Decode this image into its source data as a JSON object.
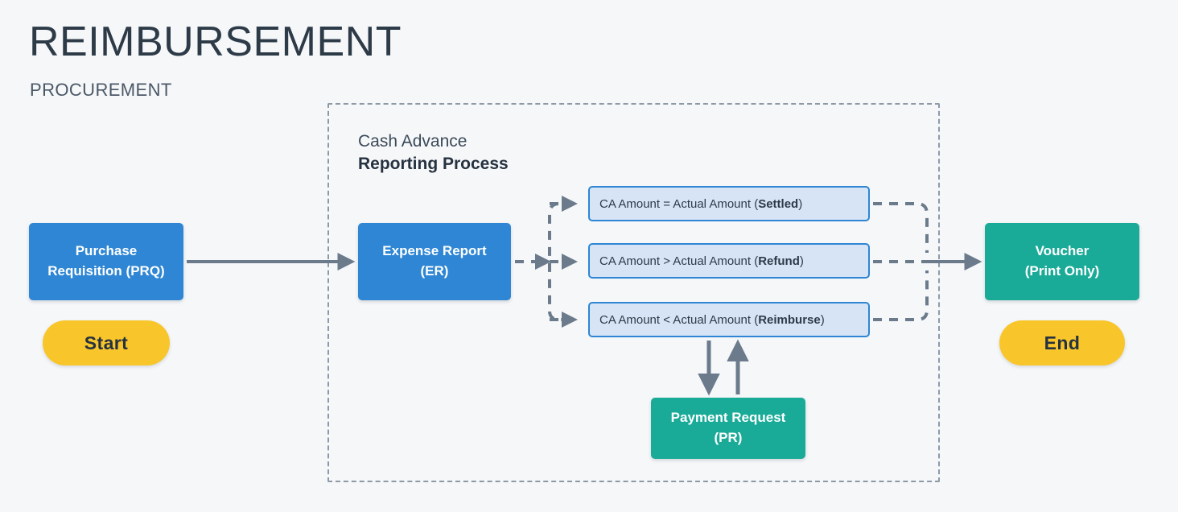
{
  "header": {
    "title": "REIMBURSEMENT",
    "subtitle": "PROCUREMENT"
  },
  "group": {
    "label_line1": "Cash Advance",
    "label_line2": "Reporting Process"
  },
  "nodes": {
    "prq": {
      "line1": "Purchase",
      "line2": "Requisition (PRQ)"
    },
    "er": {
      "line1": "Expense Report",
      "line2": "(ER)"
    },
    "voucher": {
      "line1": "Voucher",
      "line2": "(Print Only)"
    },
    "pr": {
      "line1": "Payment Request",
      "line2": "(PR)"
    }
  },
  "terminators": {
    "start": "Start",
    "end": "End"
  },
  "conditions": [
    {
      "prefix": "CA Amount = Actual Amount (",
      "emphasis": "Settled",
      "suffix": ")"
    },
    {
      "prefix": "CA Amount > Actual Amount (",
      "emphasis": "Refund",
      "suffix": ")"
    },
    {
      "prefix": "CA Amount < Actual Amount (",
      "emphasis": "Reimburse",
      "suffix": ")"
    }
  ],
  "colors": {
    "background": "#f6f7f9",
    "process_blue": "#2e86d4",
    "process_teal": "#1aab98",
    "terminator_yellow": "#f8c62b",
    "condition_fill": "#d6e4f6",
    "condition_border": "#2e86d4",
    "connector_gray": "#6b7b8c",
    "dashed_border": "#8c9aa8",
    "title_text": "#2d3b48"
  },
  "chart_data": {
    "type": "diagram",
    "title": "REIMBURSEMENT",
    "subtitle": "PROCUREMENT",
    "flow": [
      "Start",
      "Purchase Requisition (PRQ)",
      "Expense Report (ER)",
      "CA Amount = Actual Amount (Settled)",
      "CA Amount > Actual Amount (Refund)",
      "CA Amount < Actual Amount (Reimburse)",
      "Payment Request (PR)",
      "Voucher (Print Only)",
      "End"
    ],
    "edges": [
      {
        "from": "Purchase Requisition (PRQ)",
        "to": "Expense Report (ER)",
        "style": "solid"
      },
      {
        "from": "Expense Report (ER)",
        "to": "CA Amount = Actual Amount (Settled)",
        "style": "dashed"
      },
      {
        "from": "Expense Report (ER)",
        "to": "CA Amount > Actual Amount (Refund)",
        "style": "dashed"
      },
      {
        "from": "Expense Report (ER)",
        "to": "CA Amount < Actual Amount (Reimburse)",
        "style": "dashed"
      },
      {
        "from": "CA Amount < Actual Amount (Reimburse)",
        "to": "Payment Request (PR)",
        "style": "solid"
      },
      {
        "from": "Payment Request (PR)",
        "to": "CA Amount < Actual Amount (Reimburse)",
        "style": "solid"
      },
      {
        "from": "CA Amount = Actual Amount (Settled)",
        "to": "Voucher (Print Only)",
        "style": "dashed"
      },
      {
        "from": "CA Amount > Actual Amount (Refund)",
        "to": "Voucher (Print Only)",
        "style": "dashed"
      },
      {
        "from": "CA Amount < Actual Amount (Reimburse)",
        "to": "Voucher (Print Only)",
        "style": "dashed"
      }
    ]
  }
}
